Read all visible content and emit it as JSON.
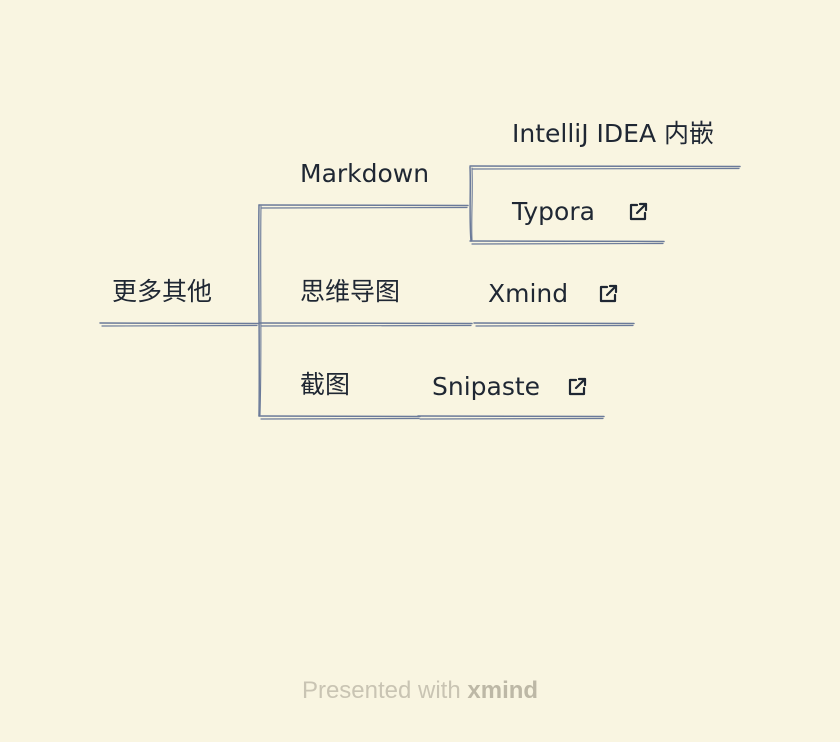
{
  "mindmap": {
    "root": {
      "label": "更多其他"
    },
    "branches": [
      {
        "label": "Markdown",
        "children": [
          {
            "label": "IntelliJ IDEA 内嵌",
            "has_link": false
          },
          {
            "label": "Typora",
            "has_link": true
          }
        ]
      },
      {
        "label": "思维导图",
        "children": [
          {
            "label": "Xmind",
            "has_link": true
          }
        ]
      },
      {
        "label": "截图",
        "children": [
          {
            "label": "Snipaste",
            "has_link": true
          }
        ]
      }
    ]
  },
  "icons": {
    "link": "external-link-icon"
  },
  "colors": {
    "background": "#f9f5e1",
    "line": "#6b7a99",
    "text": "#1f2733",
    "footer": "#c9c4b3"
  },
  "footer": {
    "prefix": "Presented with",
    "brand": "xmind"
  }
}
